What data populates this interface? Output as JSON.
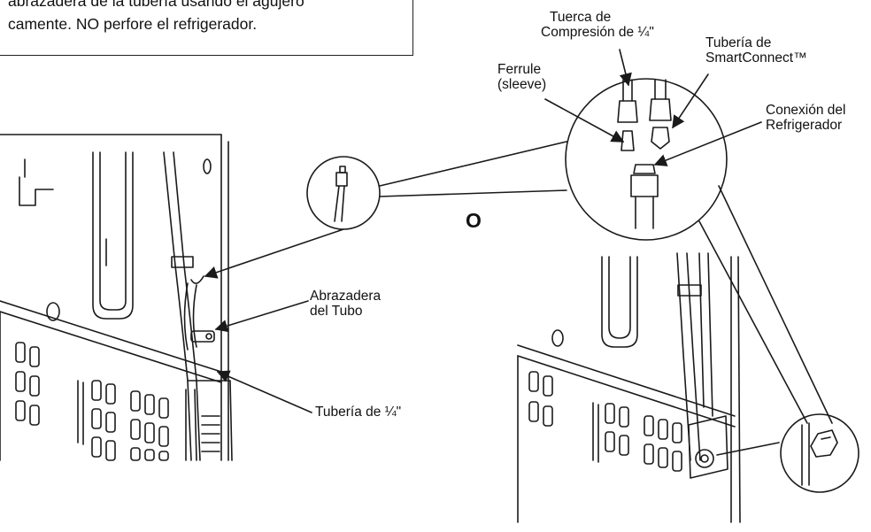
{
  "note": {
    "line1": "abrazadera de la tubería usando el agujero",
    "line2": "camente. NO perfore el refrigerador."
  },
  "labels": {
    "compression_nut_l1": "Tuerca de",
    "compression_nut_l2": "Compresión de ¼\"",
    "smartconnect_l1": "Tubería de",
    "smartconnect_l2": "SmartConnect™",
    "ferrule_l1": "Ferrule",
    "ferrule_l2": "(sleeve)",
    "fridge_conn_l1": "Conexión del",
    "fridge_conn_l2": "Refrigerador",
    "tube_clamp_l1": "Abrazadera",
    "tube_clamp_l2": "del Tubo",
    "tubing_quarter": "Tubería de ¼\"",
    "or": "O"
  },
  "colors": {
    "line": "#1a1a1a",
    "background": "#ffffff"
  }
}
